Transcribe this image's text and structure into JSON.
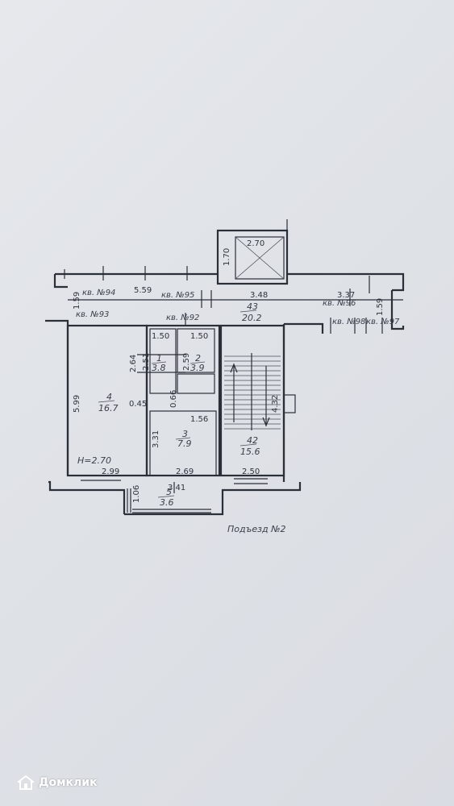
{
  "apartments": {
    "a94": "кв. №94",
    "a95": "кв. №95",
    "a96": "кв. №96",
    "a93": "кв. №93",
    "a92": "кв. №92",
    "a98": "кв. №98",
    "a97": "кв. №97"
  },
  "rooms": [
    {
      "id": "1",
      "area": "3.8"
    },
    {
      "id": "2",
      "area": "3.9"
    },
    {
      "id": "3",
      "area": "7.9"
    },
    {
      "id": "4",
      "area": "16.7"
    },
    {
      "id": "5",
      "area": "3.6"
    },
    {
      "id": "42",
      "area": "15.6"
    },
    {
      "id": "43",
      "area": "20.2"
    }
  ],
  "room_labels": {
    "r1": "1",
    "r2": "2",
    "r3": "3",
    "r4": "4",
    "r5": "5",
    "r42": "42",
    "r43": "43"
  },
  "dimensions": {
    "d270": "2.70",
    "d170": "1.70",
    "d559": "5.59",
    "d348": "3.48",
    "d337": "3.37",
    "d159a": "1.59",
    "d159b": "1.59",
    "d150a": "1.50",
    "d150b": "1.50",
    "d264": "2.64",
    "d251": "2.51",
    "d259": "2.59",
    "d599": "5.99",
    "d045": "0.45",
    "d066": "0.66",
    "d156": "1.56",
    "d331": "3.31",
    "d299": "2.99",
    "d269": "2.69",
    "d341": "3.41",
    "d250": "2.50",
    "d106": "1.06",
    "d432": "4.32"
  },
  "ceiling_height": "H=2.70",
  "entrance_label": "Подъезд №2",
  "watermark": {
    "text": "Домклик",
    "icon": "house-icon"
  },
  "colors": {
    "background": "#e2e5ea",
    "ink": "#2b2f38",
    "watermark": "#ffffff"
  }
}
